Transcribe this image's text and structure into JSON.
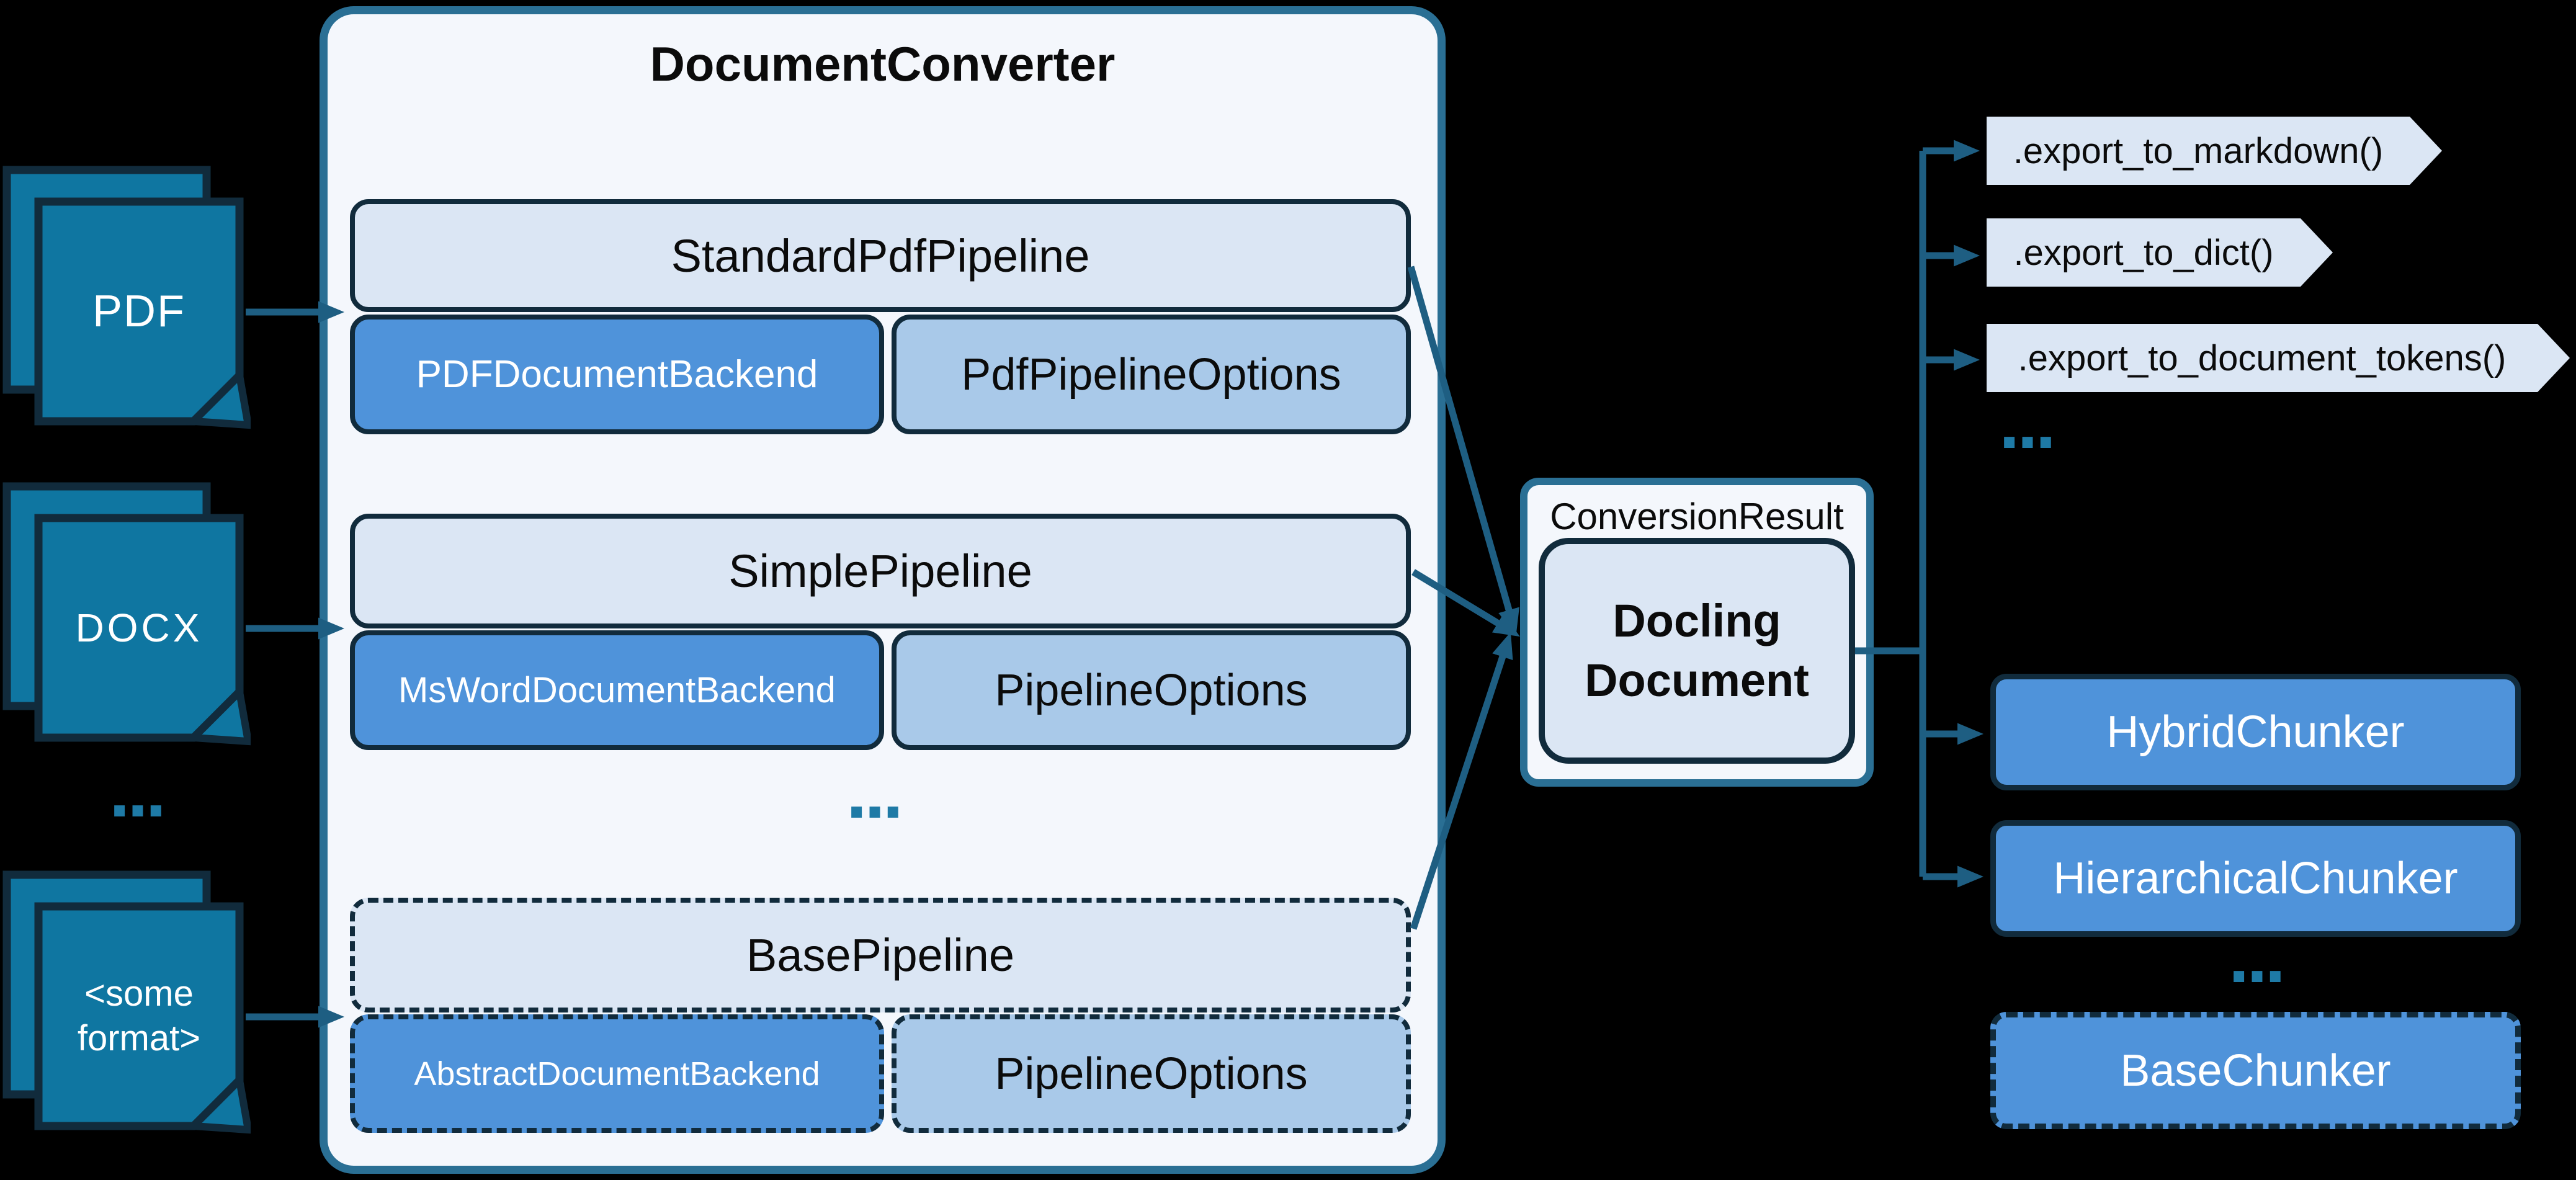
{
  "colors": {
    "background": "#000000",
    "doc_icon_fill": "#0F76A1",
    "outline_dark": "#112B3C",
    "panel_fill": "#F4F7FC",
    "panel_border": "#2A6F94",
    "pipeline_fill": "#DBE6F4",
    "backend_fill": "#4F93DA",
    "options_fill": "#A9C9E9",
    "arrow": "#1E5E82",
    "dots": "#1E7AA6",
    "text_dark": "#0B0B0B",
    "text_light": "#FFFFFF"
  },
  "inputs": {
    "pdf": "PDF",
    "docx": "DOCX",
    "ellipsis": "...",
    "some_format": [
      "<some",
      "format>"
    ]
  },
  "converter": {
    "title": "DocumentConverter",
    "ellipsis": "...",
    "rows": [
      {
        "pipeline": "StandardPdfPipeline",
        "backend": "PDFDocumentBackend",
        "options": "PdfPipelineOptions"
      },
      {
        "pipeline": "SimplePipeline",
        "backend": "MsWordDocumentBackend",
        "options": "PipelineOptions"
      },
      {
        "pipeline": "BasePipeline",
        "backend": "AbstractDocumentBackend",
        "options": "PipelineOptions"
      }
    ]
  },
  "result": {
    "label": "ConversionResult",
    "document": [
      "Docling",
      "Document"
    ]
  },
  "exports": {
    "methods": [
      ".export_to_markdown()",
      ".export_to_dict()",
      ".export_to_document_tokens()"
    ],
    "ellipsis": "..."
  },
  "chunkers": {
    "items": [
      "HybridChunker",
      "HierarchicalChunker"
    ],
    "ellipsis": "...",
    "base": "BaseChunker"
  }
}
